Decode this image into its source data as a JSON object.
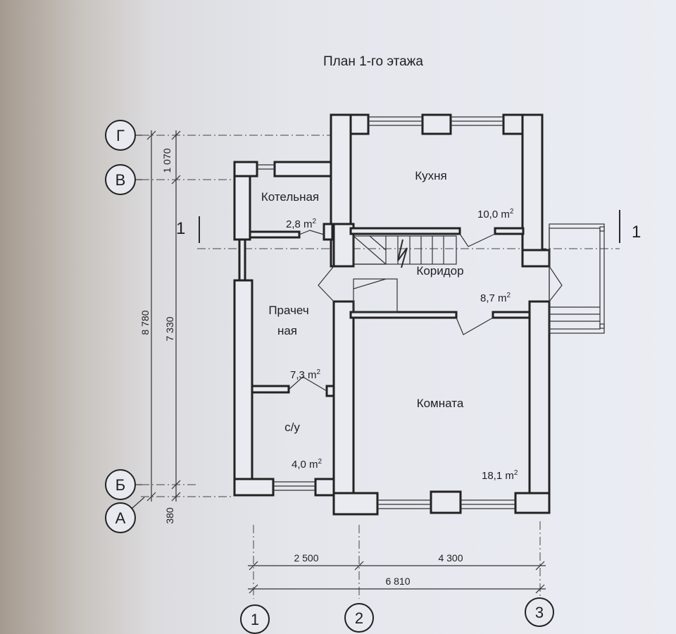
{
  "title": "План 1-го этажа",
  "rooms": [
    {
      "name": "Кухня",
      "area": "10,0 m"
    },
    {
      "name": "Котельная",
      "area": "2,8 m"
    },
    {
      "name": "Коридор",
      "area": "8,7 m"
    },
    {
      "name_line1": "Прачеч",
      "name_line2": "ная",
      "area": "7,3 m"
    },
    {
      "name": "Комната",
      "area": "18,1 m"
    },
    {
      "name": "с/у",
      "area": "4,0 m"
    }
  ],
  "area_exponent": "2",
  "axes_letters": [
    "Г",
    "В",
    "Б",
    "А"
  ],
  "axes_numbers": [
    "1",
    "2",
    "3"
  ],
  "section_label": "1",
  "dimensions": {
    "vertical": [
      "1 070",
      "8 780",
      "7 330",
      "380"
    ],
    "horizontal": [
      "2 500",
      "4 300",
      "6 810"
    ]
  }
}
